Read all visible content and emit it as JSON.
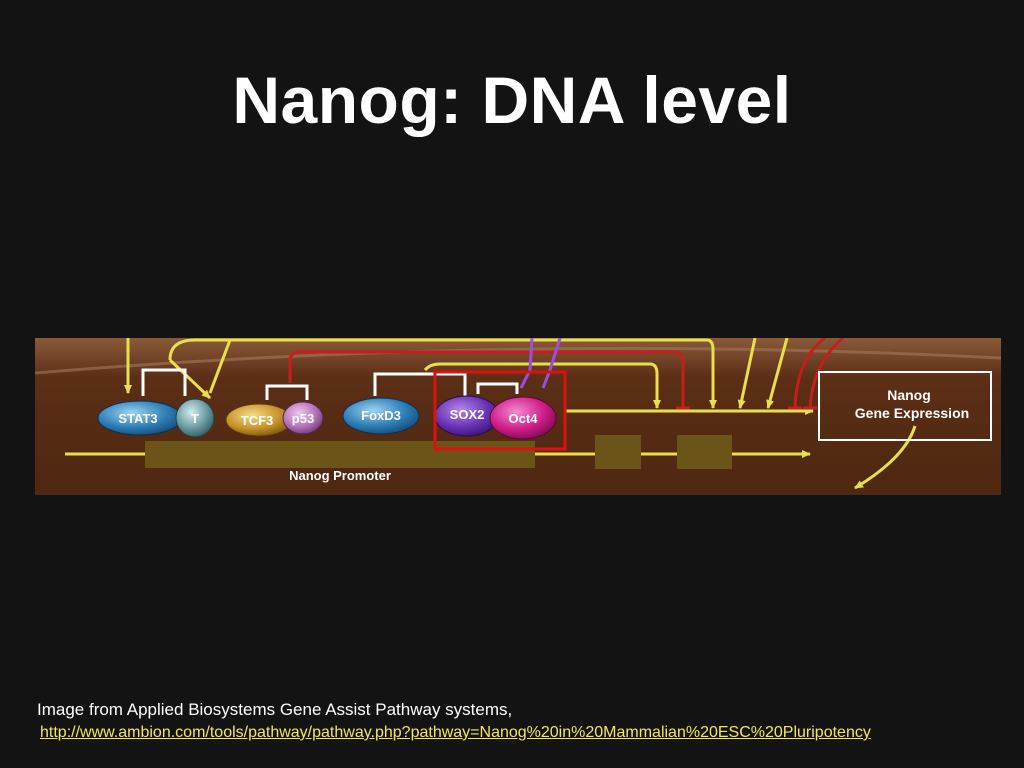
{
  "slide": {
    "title": "Nanog: DNA level",
    "caption": "Image from Applied Biosystems Gene Assist Pathway systems,",
    "link": "http://www.ambion.com/tools/pathway/pathway.php?pathway=Nanog%20in%20Mammalian%20ESC%20Pluripotency"
  },
  "diagram": {
    "proteins": {
      "stat3": "STAT3",
      "t": "T",
      "tcf3": "TCF3",
      "p53": "p53",
      "foxd3": "FoxD3",
      "sox2": "SOX2",
      "oct4": "Oct4"
    },
    "promoter_label": "Nanog Promoter",
    "gene_expression": {
      "line1": "Nanog",
      "line2": "Gene Expression"
    },
    "colors": {
      "background": "#5a2d14",
      "activation_arrow": "#e8df4a",
      "inhibition_line": "#c81d1d",
      "highlight_box": "#e01010",
      "gene_box": "#ffffff",
      "promoter_bar": "#6b5418"
    },
    "icons": [
      "activation-arrow",
      "inhibition-bar"
    ]
  }
}
